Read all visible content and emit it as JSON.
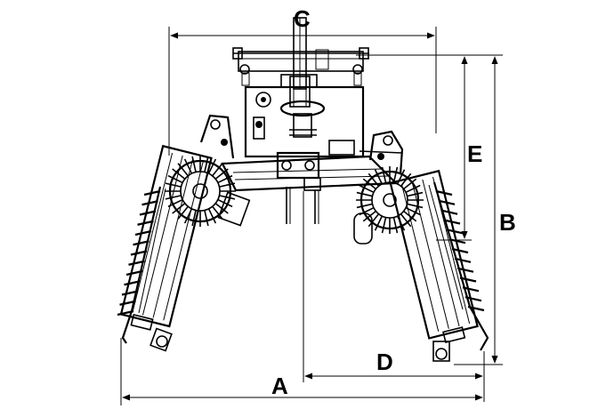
{
  "dimensions": [
    {
      "key": "A",
      "label": "A"
    },
    {
      "key": "B",
      "label": "B"
    },
    {
      "key": "C",
      "label": "C"
    },
    {
      "key": "D",
      "label": "D"
    },
    {
      "key": "E",
      "label": "E"
    }
  ]
}
